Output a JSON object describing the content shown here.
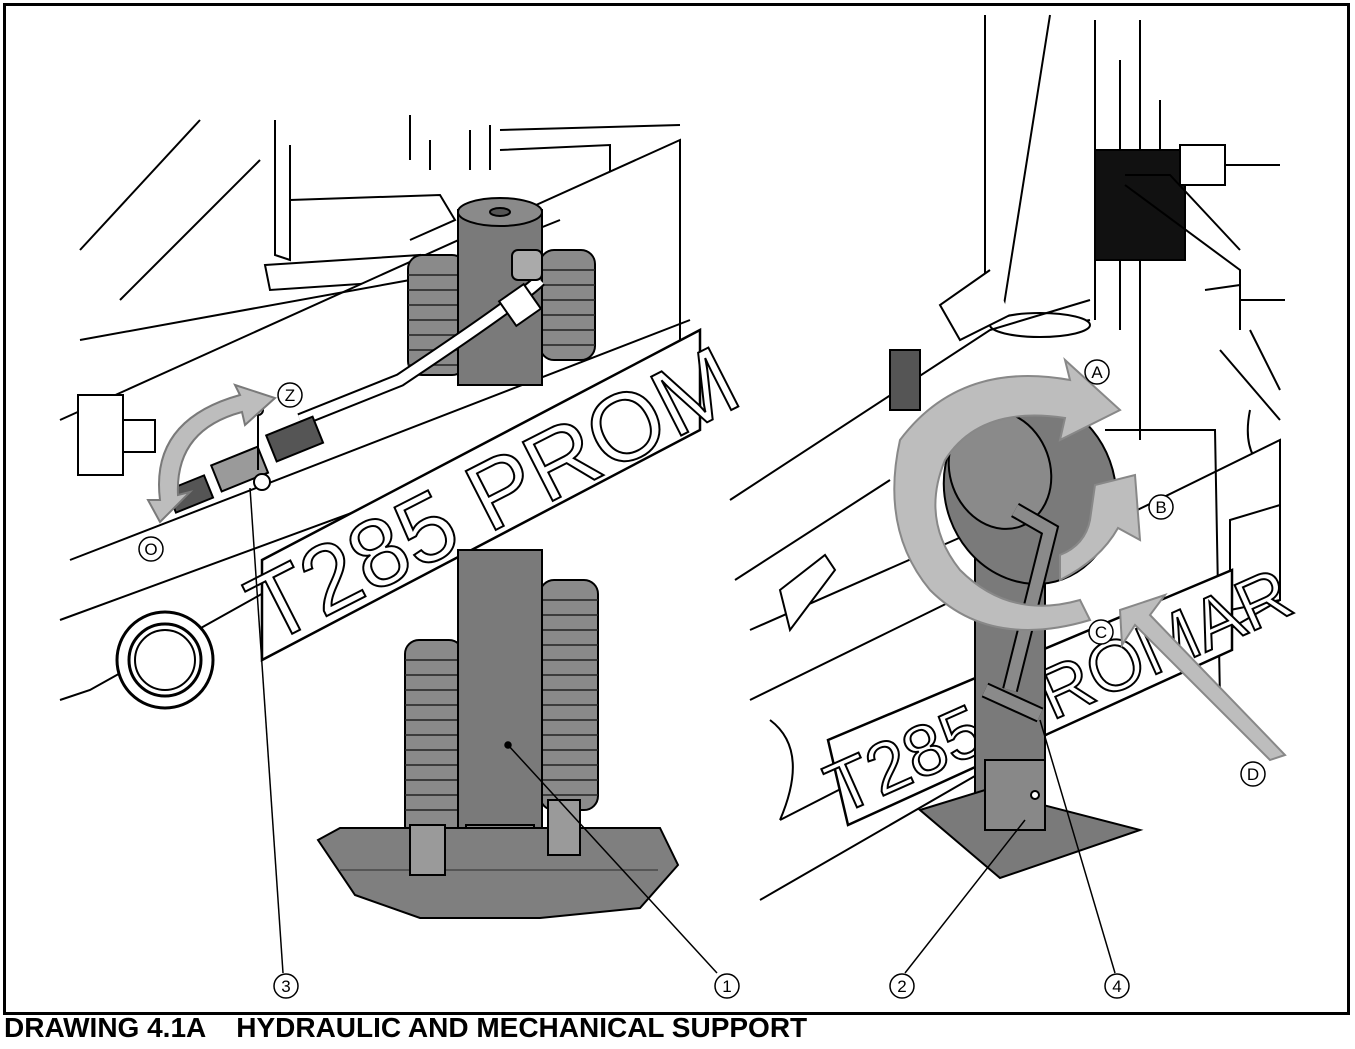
{
  "caption": {
    "number": "DRAWING 4.1A",
    "title": "HYDRAULIC AND MECHANICAL SUPPORT"
  },
  "branding": {
    "left": "T285 PROM",
    "right": "T285 PROMAR"
  },
  "callouts": {
    "numbers": [
      "1",
      "2",
      "3",
      "4"
    ],
    "letters": [
      "A",
      "B",
      "C",
      "D",
      "O",
      "Z"
    ]
  },
  "colors": {
    "metal": "#7a7a7a",
    "arrow": "#bdbdbd",
    "line": "#000000",
    "background": "#ffffff"
  }
}
